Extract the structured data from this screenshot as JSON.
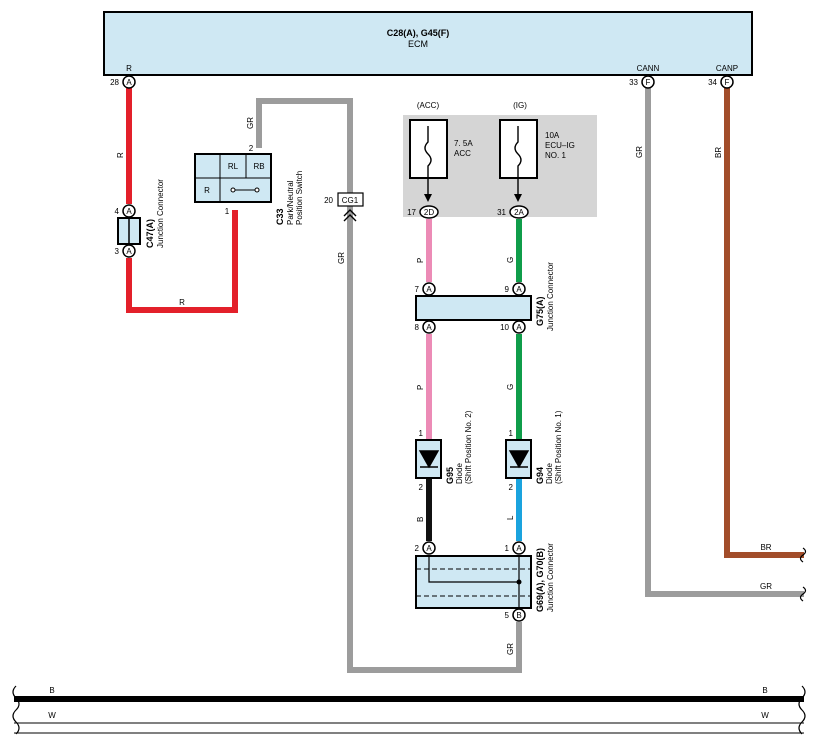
{
  "colors": {
    "red": "#e3202a",
    "gray": "#9c9c9c",
    "pink": "#ec8bb6",
    "green": "#0f9d4a",
    "brown": "#a24d2a",
    "black": "#111111",
    "blue": "#1aa3de",
    "connector_fill": "#cfe8f3",
    "fuse_panel": "#d5d5d5"
  },
  "ecm": {
    "id": "C28(A), G45(F)",
    "name": "ECM",
    "pins": [
      {
        "signal": "R",
        "num": "28",
        "conn": "A"
      },
      {
        "signal": "CANN",
        "num": "33",
        "conn": "F"
      },
      {
        "signal": "CANP",
        "num": "34",
        "conn": "F"
      }
    ]
  },
  "c47": {
    "id": "C47(A)",
    "desc": "Junction Connector",
    "pin_top": {
      "num": "4",
      "conn": "A"
    },
    "pin_bottom": {
      "num": "3",
      "conn": "A"
    }
  },
  "c33": {
    "id": "C33",
    "desc1": "Park/Neutral",
    "desc2": "Position Switch",
    "cells": [
      "RL",
      "RB",
      "R"
    ],
    "pin_top": "2",
    "pin_bottom": "1"
  },
  "cg1": {
    "num": "20",
    "label": "CG1"
  },
  "fuses": {
    "acc": {
      "header": "(ACC)",
      "rating": "7. 5A",
      "name": "ACC",
      "pin": "17",
      "conn": "2D"
    },
    "ig": {
      "header": "(IG)",
      "rating": "10A",
      "name1": "ECU–IG",
      "name2": "NO. 1",
      "pin": "31",
      "conn": "2A"
    }
  },
  "g75": {
    "id": "G75(A)",
    "desc": "Junction Connector",
    "pins": [
      {
        "num": "7",
        "conn": "A"
      },
      {
        "num": "9",
        "conn": "A"
      },
      {
        "num": "8",
        "conn": "A"
      },
      {
        "num": "10",
        "conn": "A"
      }
    ]
  },
  "g95": {
    "id": "G95",
    "desc1": "Diode",
    "desc2": "(Shift Position No. 2)",
    "pin_top": "1",
    "pin_bottom": "2"
  },
  "g94": {
    "id": "G94",
    "desc1": "Diode",
    "desc2": "(Shift Position No. 1)",
    "pin_top": "1",
    "pin_bottom": "2"
  },
  "g69": {
    "id": "G69(A), G70(B)",
    "desc": "Junction Connector",
    "pins": [
      {
        "num": "2",
        "conn": "A"
      },
      {
        "num": "1",
        "conn": "A"
      },
      {
        "num": "5",
        "conn": "B"
      }
    ]
  },
  "wire_labels": {
    "r": "R",
    "gr": "GR",
    "p": "P",
    "g": "G",
    "b": "B",
    "l": "L",
    "br": "BR",
    "w": "W"
  }
}
